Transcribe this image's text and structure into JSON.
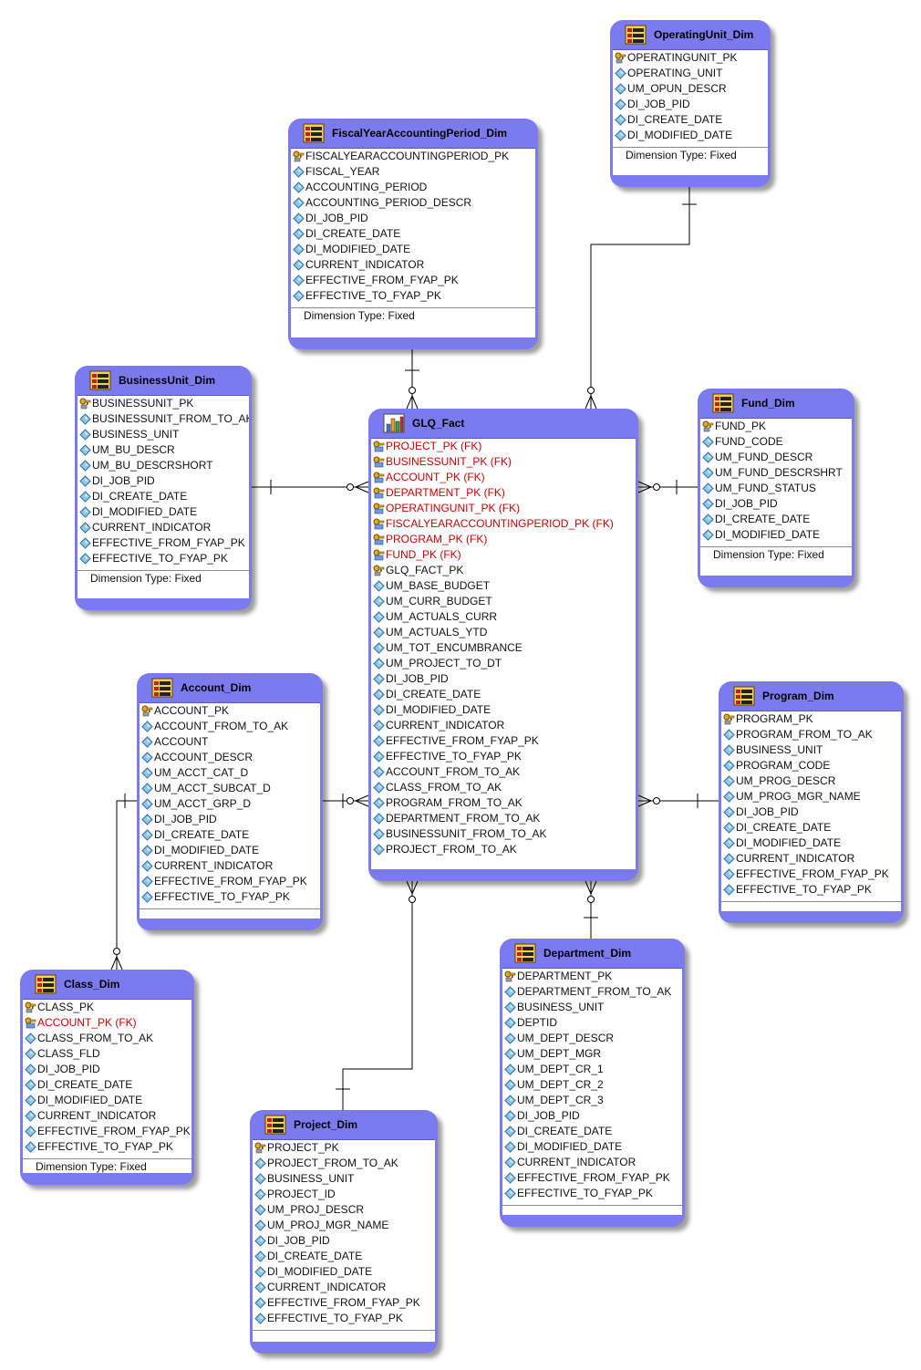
{
  "entities": [
    {
      "id": "operatingunit",
      "name": "OperatingUnit_Dim",
      "kind": "dimension",
      "attributes": [
        {
          "text": "OPERATINGUNIT_PK",
          "kind": "pk"
        },
        {
          "text": "OPERATING_UNIT",
          "kind": "col"
        },
        {
          "text": "UM_OPUN_DESCR",
          "kind": "col"
        },
        {
          "text": "DI_JOB_PID",
          "kind": "col"
        },
        {
          "text": "DI_CREATE_DATE",
          "kind": "col"
        },
        {
          "text": "DI_MODIFIED_DATE",
          "kind": "col"
        }
      ],
      "dimension_type": "Dimension Type: Fixed"
    },
    {
      "id": "fiscal",
      "name": "FiscalYearAccountingPeriod_Dim",
      "kind": "dimension",
      "attributes": [
        {
          "text": "FISCALYEARACCOUNTINGPERIOD_PK",
          "kind": "pk"
        },
        {
          "text": "FISCAL_YEAR",
          "kind": "col"
        },
        {
          "text": "ACCOUNTING_PERIOD",
          "kind": "col"
        },
        {
          "text": "ACCOUNTING_PERIOD_DESCR",
          "kind": "col"
        },
        {
          "text": "DI_JOB_PID",
          "kind": "col"
        },
        {
          "text": "DI_CREATE_DATE",
          "kind": "col"
        },
        {
          "text": "DI_MODIFIED_DATE",
          "kind": "col"
        },
        {
          "text": "CURRENT_INDICATOR",
          "kind": "col"
        },
        {
          "text": "EFFECTIVE_FROM_FYAP_PK",
          "kind": "col"
        },
        {
          "text": "EFFECTIVE_TO_FYAP_PK",
          "kind": "col"
        }
      ],
      "dimension_type": "Dimension Type: Fixed"
    },
    {
      "id": "businessunit",
      "name": "BusinessUnit_Dim",
      "kind": "dimension",
      "attributes": [
        {
          "text": "BUSINESSUNIT_PK",
          "kind": "pk"
        },
        {
          "text": "BUSINESSUNIT_FROM_TO_AK",
          "kind": "col"
        },
        {
          "text": "BUSINESS_UNIT",
          "kind": "col"
        },
        {
          "text": "UM_BU_DESCR",
          "kind": "col"
        },
        {
          "text": "UM_BU_DESCRSHORT",
          "kind": "col"
        },
        {
          "text": "DI_JOB_PID",
          "kind": "col"
        },
        {
          "text": "DI_CREATE_DATE",
          "kind": "col"
        },
        {
          "text": "DI_MODIFIED_DATE",
          "kind": "col"
        },
        {
          "text": "CURRENT_INDICATOR",
          "kind": "col"
        },
        {
          "text": "EFFECTIVE_FROM_FYAP_PK",
          "kind": "col"
        },
        {
          "text": "EFFECTIVE_TO_FYAP_PK",
          "kind": "col"
        }
      ],
      "dimension_type": "Dimension Type: Fixed"
    },
    {
      "id": "glqfact",
      "name": "GLQ_Fact",
      "kind": "fact",
      "attributes": [
        {
          "text": "PROJECT_PK (FK)",
          "kind": "fk"
        },
        {
          "text": "BUSINESSUNIT_PK (FK)",
          "kind": "fk"
        },
        {
          "text": "ACCOUNT_PK (FK)",
          "kind": "fk"
        },
        {
          "text": "DEPARTMENT_PK (FK)",
          "kind": "fk"
        },
        {
          "text": "OPERATINGUNIT_PK (FK)",
          "kind": "fk"
        },
        {
          "text": "FISCALYEARACCOUNTINGPERIOD_PK (FK)",
          "kind": "fk"
        },
        {
          "text": "PROGRAM_PK (FK)",
          "kind": "fk"
        },
        {
          "text": "FUND_PK (FK)",
          "kind": "fk"
        },
        {
          "text": "GLQ_FACT_PK",
          "kind": "pk"
        },
        {
          "text": "UM_BASE_BUDGET",
          "kind": "col"
        },
        {
          "text": "UM_CURR_BUDGET",
          "kind": "col"
        },
        {
          "text": "UM_ACTUALS_CURR",
          "kind": "col"
        },
        {
          "text": "UM_ACTUALS_YTD",
          "kind": "col"
        },
        {
          "text": "UM_TOT_ENCUMBRANCE",
          "kind": "col"
        },
        {
          "text": "UM_PROJECT_TO_DT",
          "kind": "col"
        },
        {
          "text": "DI_JOB_PID",
          "kind": "col"
        },
        {
          "text": "DI_CREATE_DATE",
          "kind": "col"
        },
        {
          "text": "DI_MODIFIED_DATE",
          "kind": "col"
        },
        {
          "text": "CURRENT_INDICATOR",
          "kind": "col"
        },
        {
          "text": "EFFECTIVE_FROM_FYAP_PK",
          "kind": "col"
        },
        {
          "text": "EFFECTIVE_TO_FYAP_PK",
          "kind": "col"
        },
        {
          "text": "ACCOUNT_FROM_TO_AK",
          "kind": "col"
        },
        {
          "text": "CLASS_FROM_TO_AK",
          "kind": "col"
        },
        {
          "text": "PROGRAM_FROM_TO_AK",
          "kind": "col"
        },
        {
          "text": "DEPARTMENT_FROM_TO_AK",
          "kind": "col"
        },
        {
          "text": "BUSINESSUNIT_FROM_TO_AK",
          "kind": "col"
        },
        {
          "text": "PROJECT_FROM_TO_AK",
          "kind": "col"
        }
      ]
    },
    {
      "id": "fund",
      "name": "Fund_Dim",
      "kind": "dimension",
      "attributes": [
        {
          "text": "FUND_PK",
          "kind": "pk"
        },
        {
          "text": "FUND_CODE",
          "kind": "col"
        },
        {
          "text": "UM_FUND_DESCR",
          "kind": "col"
        },
        {
          "text": "UM_FUND_DESCRSHRT",
          "kind": "col"
        },
        {
          "text": "UM_FUND_STATUS",
          "kind": "col"
        },
        {
          "text": "DI_JOB_PID",
          "kind": "col"
        },
        {
          "text": "DI_CREATE_DATE",
          "kind": "col"
        },
        {
          "text": "DI_MODIFIED_DATE",
          "kind": "col"
        }
      ],
      "dimension_type": "Dimension Type: Fixed"
    },
    {
      "id": "account",
      "name": "Account_Dim",
      "kind": "dimension",
      "attributes": [
        {
          "text": "ACCOUNT_PK",
          "kind": "pk"
        },
        {
          "text": "ACCOUNT_FROM_TO_AK",
          "kind": "col"
        },
        {
          "text": "ACCOUNT",
          "kind": "col"
        },
        {
          "text": "ACCOUNT_DESCR",
          "kind": "col"
        },
        {
          "text": "UM_ACCT_CAT_D",
          "kind": "col"
        },
        {
          "text": "UM_ACCT_SUBCAT_D",
          "kind": "col"
        },
        {
          "text": "UM_ACCT_GRP_D",
          "kind": "col"
        },
        {
          "text": "DI_JOB_PID",
          "kind": "col"
        },
        {
          "text": "DI_CREATE_DATE",
          "kind": "col"
        },
        {
          "text": "DI_MODIFIED_DATE",
          "kind": "col"
        },
        {
          "text": "CURRENT_INDICATOR",
          "kind": "col"
        },
        {
          "text": "EFFECTIVE_FROM_FYAP_PK",
          "kind": "col"
        },
        {
          "text": "EFFECTIVE_TO_FYAP_PK",
          "kind": "col"
        }
      ],
      "dimension_type": ""
    },
    {
      "id": "program",
      "name": "Program_Dim",
      "kind": "dimension",
      "attributes": [
        {
          "text": "PROGRAM_PK",
          "kind": "pk"
        },
        {
          "text": "PROGRAM_FROM_TO_AK",
          "kind": "col"
        },
        {
          "text": "BUSINESS_UNIT",
          "kind": "col"
        },
        {
          "text": "PROGRAM_CODE",
          "kind": "col"
        },
        {
          "text": "UM_PROG_DESCR",
          "kind": "col"
        },
        {
          "text": "UM_PROG_MGR_NAME",
          "kind": "col"
        },
        {
          "text": "DI_JOB_PID",
          "kind": "col"
        },
        {
          "text": "DI_CREATE_DATE",
          "kind": "col"
        },
        {
          "text": "DI_MODIFIED_DATE",
          "kind": "col"
        },
        {
          "text": "CURRENT_INDICATOR",
          "kind": "col"
        },
        {
          "text": "EFFECTIVE_FROM_FYAP_PK",
          "kind": "col"
        },
        {
          "text": "EFFECTIVE_TO_FYAP_PK",
          "kind": "col"
        }
      ],
      "dimension_type": ""
    },
    {
      "id": "class",
      "name": "Class_Dim",
      "kind": "dimension",
      "attributes": [
        {
          "text": "CLASS_PK",
          "kind": "pk"
        },
        {
          "text": "ACCOUNT_PK (FK)",
          "kind": "fk"
        },
        {
          "text": "CLASS_FROM_TO_AK",
          "kind": "col"
        },
        {
          "text": "CLASS_FLD",
          "kind": "col"
        },
        {
          "text": "DI_JOB_PID",
          "kind": "col"
        },
        {
          "text": "DI_CREATE_DATE",
          "kind": "col"
        },
        {
          "text": "DI_MODIFIED_DATE",
          "kind": "col"
        },
        {
          "text": "CURRENT_INDICATOR",
          "kind": "col"
        },
        {
          "text": "EFFECTIVE_FROM_FYAP_PK",
          "kind": "col"
        },
        {
          "text": "EFFECTIVE_TO_FYAP_PK",
          "kind": "col"
        }
      ],
      "dimension_type": "Dimension Type: Fixed"
    },
    {
      "id": "department",
      "name": "Department_Dim",
      "kind": "dimension",
      "attributes": [
        {
          "text": "DEPARTMENT_PK",
          "kind": "pk"
        },
        {
          "text": "DEPARTMENT_FROM_TO_AK",
          "kind": "col"
        },
        {
          "text": "BUSINESS_UNIT",
          "kind": "col"
        },
        {
          "text": "DEPTID",
          "kind": "col"
        },
        {
          "text": "UM_DEPT_DESCR",
          "kind": "col"
        },
        {
          "text": "UM_DEPT_MGR",
          "kind": "col"
        },
        {
          "text": "UM_DEPT_CR_1",
          "kind": "col"
        },
        {
          "text": "UM_DEPT_CR_2",
          "kind": "col"
        },
        {
          "text": "UM_DEPT_CR_3",
          "kind": "col"
        },
        {
          "text": "DI_JOB_PID",
          "kind": "col"
        },
        {
          "text": "DI_CREATE_DATE",
          "kind": "col"
        },
        {
          "text": "DI_MODIFIED_DATE",
          "kind": "col"
        },
        {
          "text": "CURRENT_INDICATOR",
          "kind": "col"
        },
        {
          "text": "EFFECTIVE_FROM_FYAP_PK",
          "kind": "col"
        },
        {
          "text": "EFFECTIVE_TO_FYAP_PK",
          "kind": "col"
        }
      ],
      "dimension_type": ""
    },
    {
      "id": "project",
      "name": "Project_Dim",
      "kind": "dimension",
      "attributes": [
        {
          "text": "PROJECT_PK",
          "kind": "pk"
        },
        {
          "text": "PROJECT_FROM_TO_AK",
          "kind": "col"
        },
        {
          "text": "BUSINESS_UNIT",
          "kind": "col"
        },
        {
          "text": "PROJECT_ID",
          "kind": "col"
        },
        {
          "text": "UM_PROJ_DESCR",
          "kind": "col"
        },
        {
          "text": "UM_PROJ_MGR_NAME",
          "kind": "col"
        },
        {
          "text": "DI_JOB_PID",
          "kind": "col"
        },
        {
          "text": "DI_CREATE_DATE",
          "kind": "col"
        },
        {
          "text": "DI_MODIFIED_DATE",
          "kind": "col"
        },
        {
          "text": "CURRENT_INDICATOR",
          "kind": "col"
        },
        {
          "text": "EFFECTIVE_FROM_FYAP_PK",
          "kind": "col"
        },
        {
          "text": "EFFECTIVE_TO_FYAP_PK",
          "kind": "col"
        }
      ],
      "dimension_type": ""
    }
  ],
  "relationships": [
    {
      "from": "operatingunit",
      "to": "glqfact",
      "cardinality": "one-to-zero-or-many"
    },
    {
      "from": "fiscal",
      "to": "glqfact",
      "cardinality": "one-to-zero-or-many"
    },
    {
      "from": "businessunit",
      "to": "glqfact",
      "cardinality": "one-to-zero-or-many"
    },
    {
      "from": "fund",
      "to": "glqfact",
      "cardinality": "one-to-zero-or-many"
    },
    {
      "from": "account",
      "to": "glqfact",
      "cardinality": "one-to-zero-or-many"
    },
    {
      "from": "program",
      "to": "glqfact",
      "cardinality": "one-to-zero-or-many"
    },
    {
      "from": "department",
      "to": "glqfact",
      "cardinality": "one-to-zero-or-many"
    },
    {
      "from": "project",
      "to": "glqfact",
      "cardinality": "one-to-zero-or-many"
    },
    {
      "from": "account",
      "to": "class",
      "cardinality": "one-to-zero-or-many"
    }
  ],
  "colors": {
    "entity_fill": "#7b7bef",
    "fk_text": "#cc0000",
    "line": "#000000"
  }
}
